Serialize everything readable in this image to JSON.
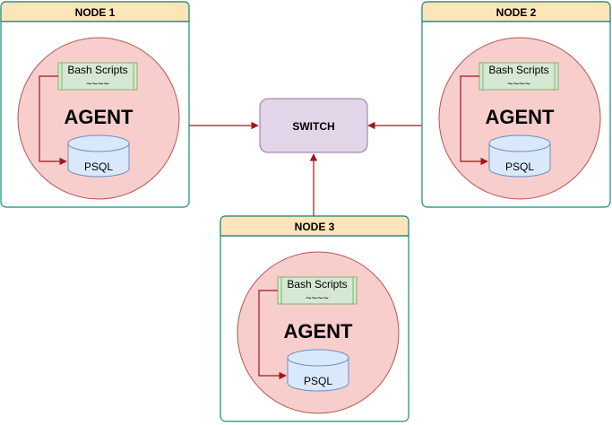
{
  "diagram": {
    "switch": {
      "label": "SWITCH"
    },
    "nodes": [
      {
        "title": "NODE 1",
        "agent_label": "AGENT",
        "scripts_label": "Bash Scripts",
        "scripts_squiggle": "~~~~",
        "db_label": "PSQL"
      },
      {
        "title": "NODE 2",
        "agent_label": "AGENT",
        "scripts_label": "Bash Scripts",
        "scripts_squiggle": "~~~~",
        "db_label": "PSQL"
      },
      {
        "title": "NODE 3",
        "agent_label": "AGENT",
        "scripts_label": "Bash Scripts",
        "scripts_squiggle": "~~~~",
        "db_label": "PSQL"
      }
    ],
    "colors": {
      "node_border": "#1a8a7a",
      "node_header": "#fbe5b9",
      "agent_fill": "#f8cecc",
      "agent_stroke": "#b85450",
      "scripts_fill": "#d5e8d4",
      "scripts_stroke": "#82b366",
      "db_fill": "#dae8fc",
      "db_stroke": "#6c8ebf",
      "switch_fill": "#e1d5e7",
      "switch_stroke": "#9673a6",
      "arrow": "#a3141e"
    }
  }
}
